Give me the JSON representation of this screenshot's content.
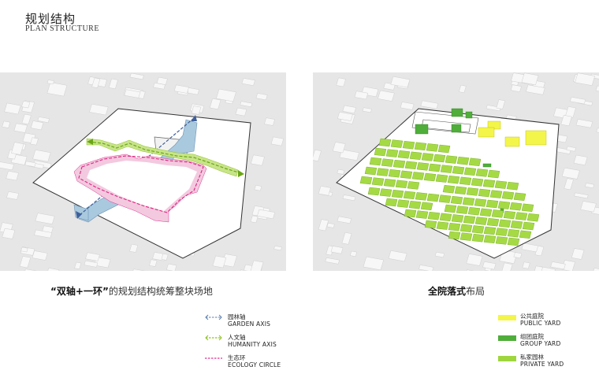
{
  "header": {
    "title_cn": "规划结构",
    "title_en": "PLAN STRUCTURE"
  },
  "left": {
    "caption_bold": "“双轴+一环”",
    "caption_rest": "的规划结构统筹整块场地",
    "legend": [
      {
        "cn": "园林轴",
        "en": "GARDEN AXIS",
        "color": "#5a7fb0"
      },
      {
        "cn": "人文轴",
        "en": "HUMANITY AXIS",
        "color": "#8dc21f"
      },
      {
        "cn": "生态环",
        "en": "ECOLOGY CIRCLE",
        "color": "#e0338f"
      }
    ]
  },
  "right": {
    "caption_bold": "全院落式",
    "caption_rest": "布局",
    "legend": [
      {
        "cn": "公共庭院",
        "en": "PUBLIC YARD",
        "color": "#f3f54a"
      },
      {
        "cn": "组团庭院",
        "en": "GROUP YARD",
        "color": "#4fae3a"
      },
      {
        "cn": "私家园林",
        "en": "PRIVATE YARD",
        "color": "#9fd63f"
      }
    ]
  }
}
